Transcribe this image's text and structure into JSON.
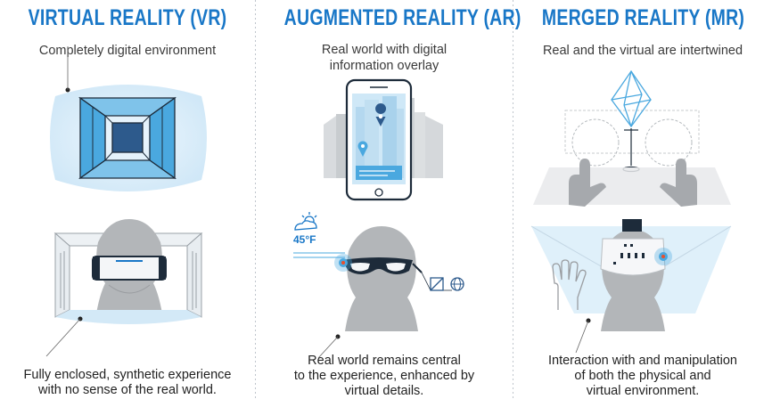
{
  "columns": [
    {
      "title": "VIRTUAL REALITY (VR)",
      "subtitle": [
        "Completely digital environment"
      ],
      "caption": [
        "Fully enclosed, synthetic experience",
        "with no sense of the real world."
      ]
    },
    {
      "title": "AUGMENTED REALITY (AR)",
      "subtitle": [
        "Real world with digital",
        "information overlay"
      ],
      "caption": [
        "Real world remains central",
        "to the experience, enhanced by",
        "virtual details."
      ],
      "weather": "45°F"
    },
    {
      "title": "MERGED REALITY (MR)",
      "subtitle": [
        "Real and the virtual are intertwined"
      ],
      "caption": [
        "Interaction with and manipulation",
        "of both the physical and",
        "virtual environment."
      ]
    }
  ],
  "colors": {
    "accent": "#1977c7",
    "screen_blue": "#4aa8df",
    "light_blue": "#d8ecf8",
    "gray": "#b3b6b9",
    "dark_gray": "#8d9094",
    "dot_red": "#e8502d"
  }
}
